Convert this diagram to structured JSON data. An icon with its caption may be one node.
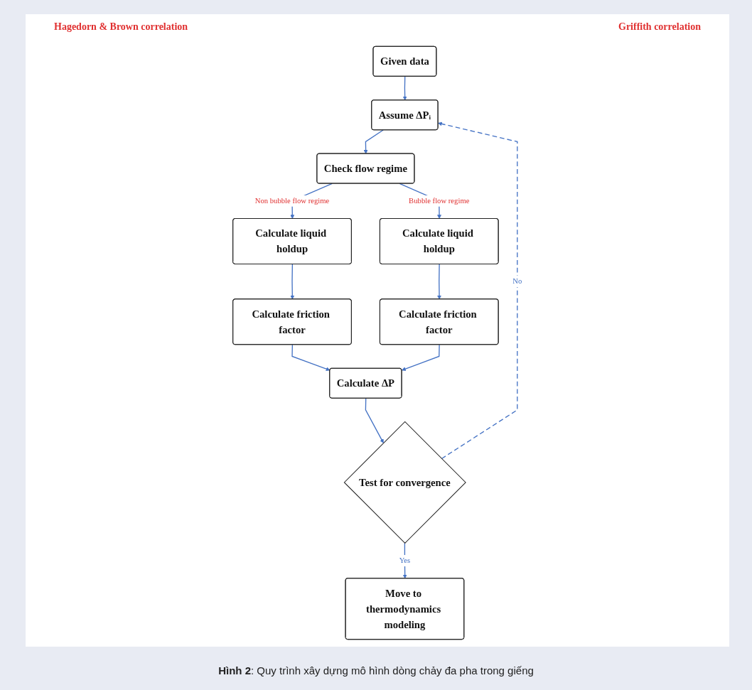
{
  "diagram": {
    "caption": "**Hình 2**: Quy trình xây dựng mô hình dòng chảy đa pha trong giếng",
    "nodes": [
      {
        "text": [
          "Given data"
        ]
      },
      {
        "text": [
          "Assume ΔPᵢ"
        ]
      },
      {
        "text": [
          "Check flow regime"
        ]
      },
      {
        "text": [
          "Calculate liquid holdup"
        ]
      },
      {
        "text": [
          "Calculate friction factor"
        ]
      },
      {
        "text": [
          "Calculate liquid holdup"
        ]
      },
      {
        "text": [
          "Calculate friction factor"
        ]
      },
      {
        "text": [
          "Calculate ΔP"
        ]
      },
      {
        "text": [
          "Test for convergence"
        ]
      },
      {
        "text": [
          "Move to thermodynamics modeling"
        ]
      }
    ],
    "edges": [
      {
        "from": 0,
        "to": 1,
        "arrow": "to"
      },
      {
        "from": 1,
        "to": 2,
        "arrow": "to"
      },
      {
        "from": 2,
        "to": 3,
        "arrow": "to",
        "label": "Non bubble flow regime"
      },
      {
        "from": 2,
        "to": 5,
        "arrow": "to",
        "label": "Bubble flow regime"
      },
      {
        "from": 3,
        "to": 4,
        "arrow": "to"
      },
      {
        "from": 5,
        "to": 6,
        "arrow": "to"
      },
      {
        "from": 4,
        "to": 7,
        "arrow": "to"
      },
      {
        "from": 6,
        "to": 7,
        "arrow": "to"
      },
      {
        "from": 7,
        "to": 8,
        "arrow": "to"
      },
      {
        "from": 8,
        "to": 9,
        "arrow": "to",
        "label": "Yes"
      },
      {
        "from": 8,
        "to": 1,
        "arrow": "to",
        "label": "No",
        "style": "dashed"
      }
    ],
    "labels": [
      "Hagedorn & Brown correlation",
      "Griffith correlation"
    ]
  }
}
